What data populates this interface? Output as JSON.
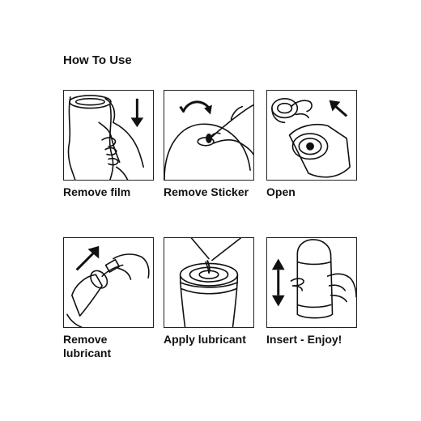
{
  "title": "How To Use",
  "steps": [
    {
      "label": "Remove film",
      "icon": "arrow-down-icon"
    },
    {
      "label": "Remove Sticker",
      "icon": "curved-arrow-icon"
    },
    {
      "label": "Open",
      "icon": "arrow-up-left-icon"
    },
    {
      "label": "Remove\nlubricant",
      "icon": "arrow-up-right-icon"
    },
    {
      "label": "Apply lubricant",
      "icon": "pour-icon"
    },
    {
      "label": "Insert - Enjoy!",
      "icon": "double-arrow-vertical-icon"
    }
  ]
}
